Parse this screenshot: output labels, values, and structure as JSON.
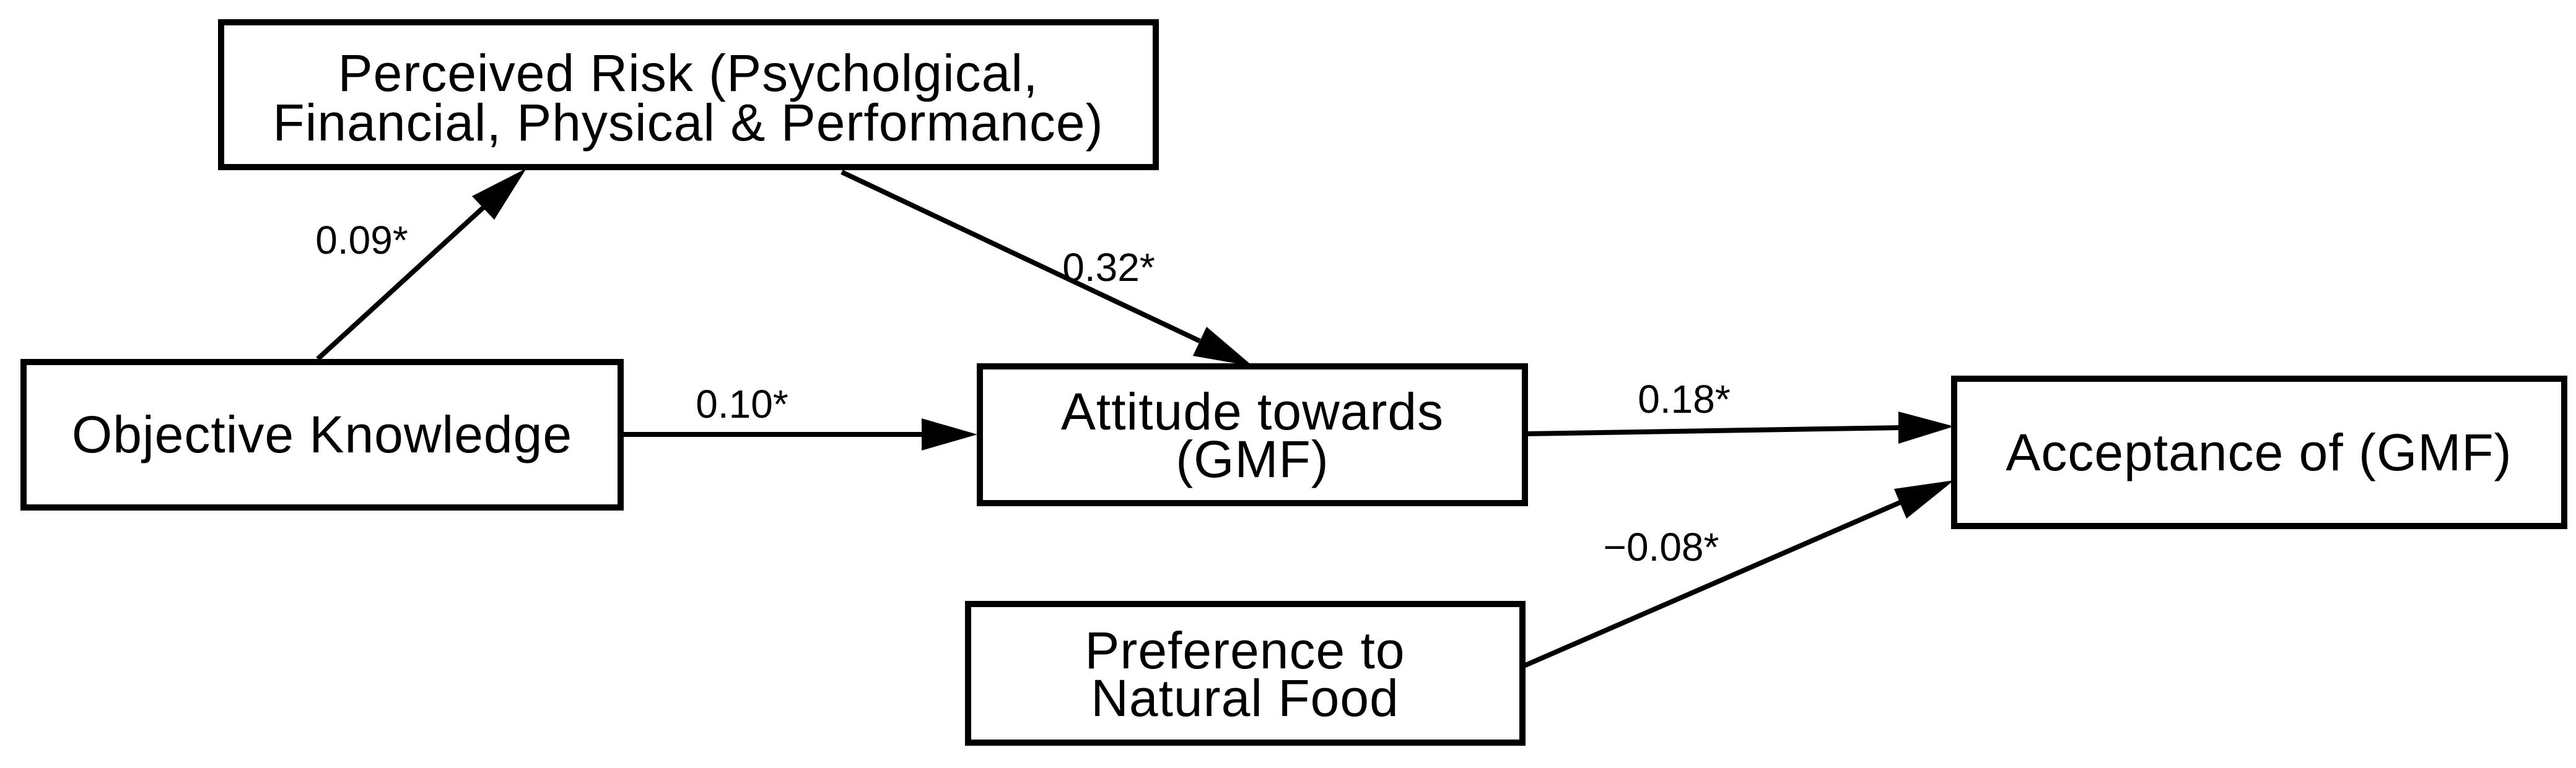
{
  "diagram": {
    "type": "path-diagram",
    "background": "#ffffff",
    "line_color": "#000000",
    "text_color": "#000000",
    "nodes": {
      "perceived_risk": {
        "label": "Perceived Risk (Psycholgical, Financial, Physical & Performance)",
        "line1": "Perceived Risk (Psycholgical,",
        "line2": "Financial, Physical & Performance)"
      },
      "objective_knowledge": {
        "label": "Objective Knowledge"
      },
      "attitude_gmf": {
        "label": "Attitude towards (GMF)",
        "line1": "Attitude towards",
        "line2": "(GMF)"
      },
      "acceptance_gmf": {
        "label": "Acceptance of (GMF)"
      },
      "preference_natural_food": {
        "label": "Preference to Natural Food",
        "line1": "Preference to",
        "line2": "Natural Food"
      }
    },
    "edges": {
      "objective_to_risk": {
        "from": "objective_knowledge",
        "to": "perceived_risk",
        "label": "0.09*"
      },
      "risk_to_attitude": {
        "from": "perceived_risk",
        "to": "attitude_gmf",
        "label": "0.32*"
      },
      "objective_to_attitude": {
        "from": "objective_knowledge",
        "to": "attitude_gmf",
        "label": "0.10*"
      },
      "attitude_to_acceptance": {
        "from": "attitude_gmf",
        "to": "acceptance_gmf",
        "label": "0.18*"
      },
      "preference_to_acceptance": {
        "from": "preference_natural_food",
        "to": "acceptance_gmf",
        "label": "−0.08*"
      }
    }
  }
}
